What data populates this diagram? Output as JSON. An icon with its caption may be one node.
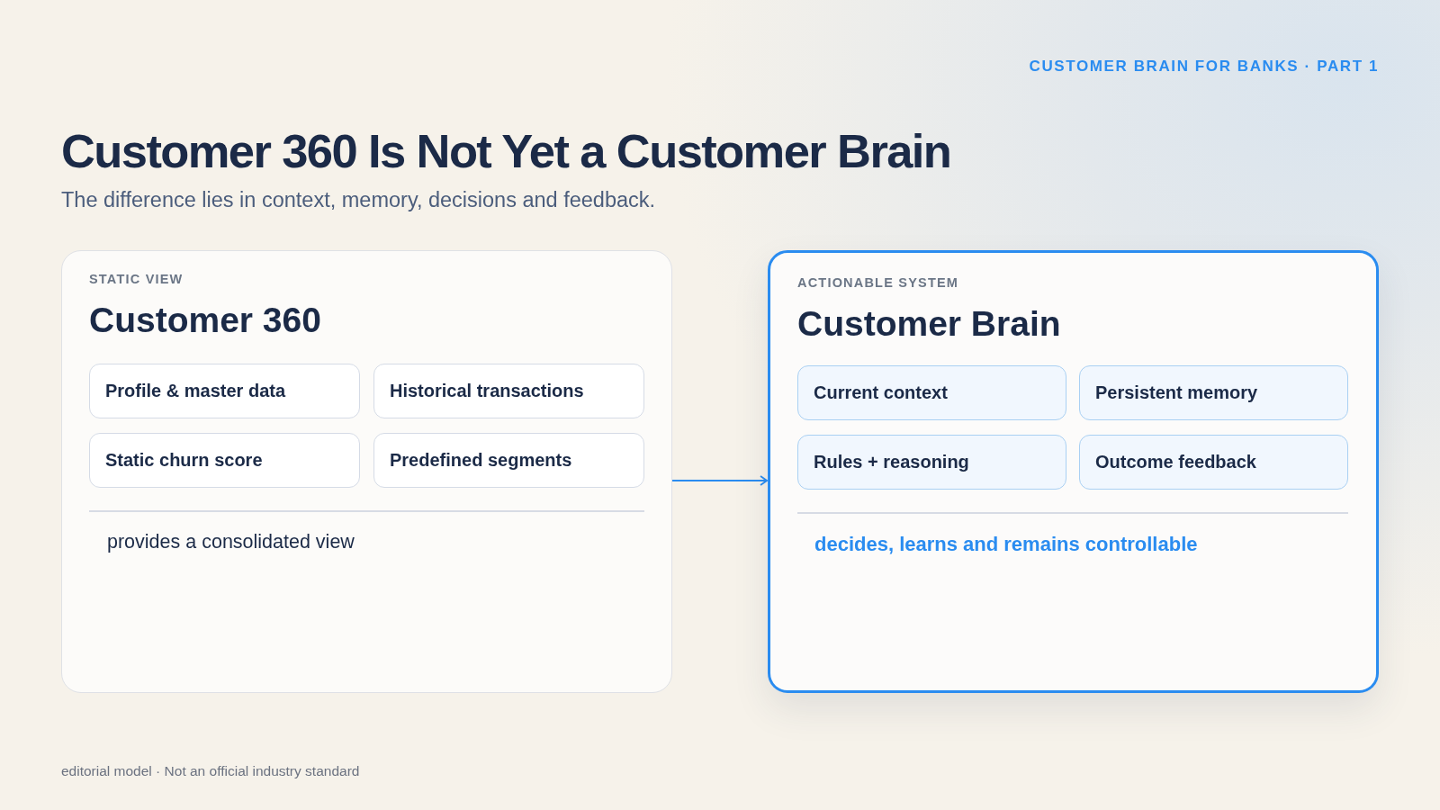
{
  "diagram": {
    "title": "Customer 360 Is Not Yet a Customer Brain",
    "nodes": [
      {
        "text": [
          "STATIC VIEW",
          "Customer 360",
          "provides a consolidated view"
        ]
      },
      {
        "text": [
          "Profile & master data"
        ],
        "in": 0
      },
      {
        "text": [
          "Historical transactions"
        ],
        "in": 0
      },
      {
        "text": [
          "Static churn score"
        ],
        "in": 0
      },
      {
        "text": [
          "Predefined segments"
        ],
        "in": 0
      },
      {
        "text": [
          "ACTIONABLE SYSTEM",
          "Customer Brain",
          "decides, learns and remains controllable"
        ]
      },
      {
        "text": [
          "Current context"
        ],
        "in": 5
      },
      {
        "text": [
          "Persistent memory"
        ],
        "in": 5
      },
      {
        "text": [
          "Rules + reasoning"
        ],
        "in": 5
      },
      {
        "text": [
          "Outcome feedback"
        ],
        "in": 5
      }
    ],
    "edges": [
      {
        "from": 0,
        "to": 5,
        "arrow": "to"
      }
    ],
    "labels": [
      "CUSTOMER BRAIN FOR BANKS · PART 1",
      "The difference lies in context, memory, decisions and feedback.",
      "editorial model · Not an official industry standard"
    ]
  }
}
